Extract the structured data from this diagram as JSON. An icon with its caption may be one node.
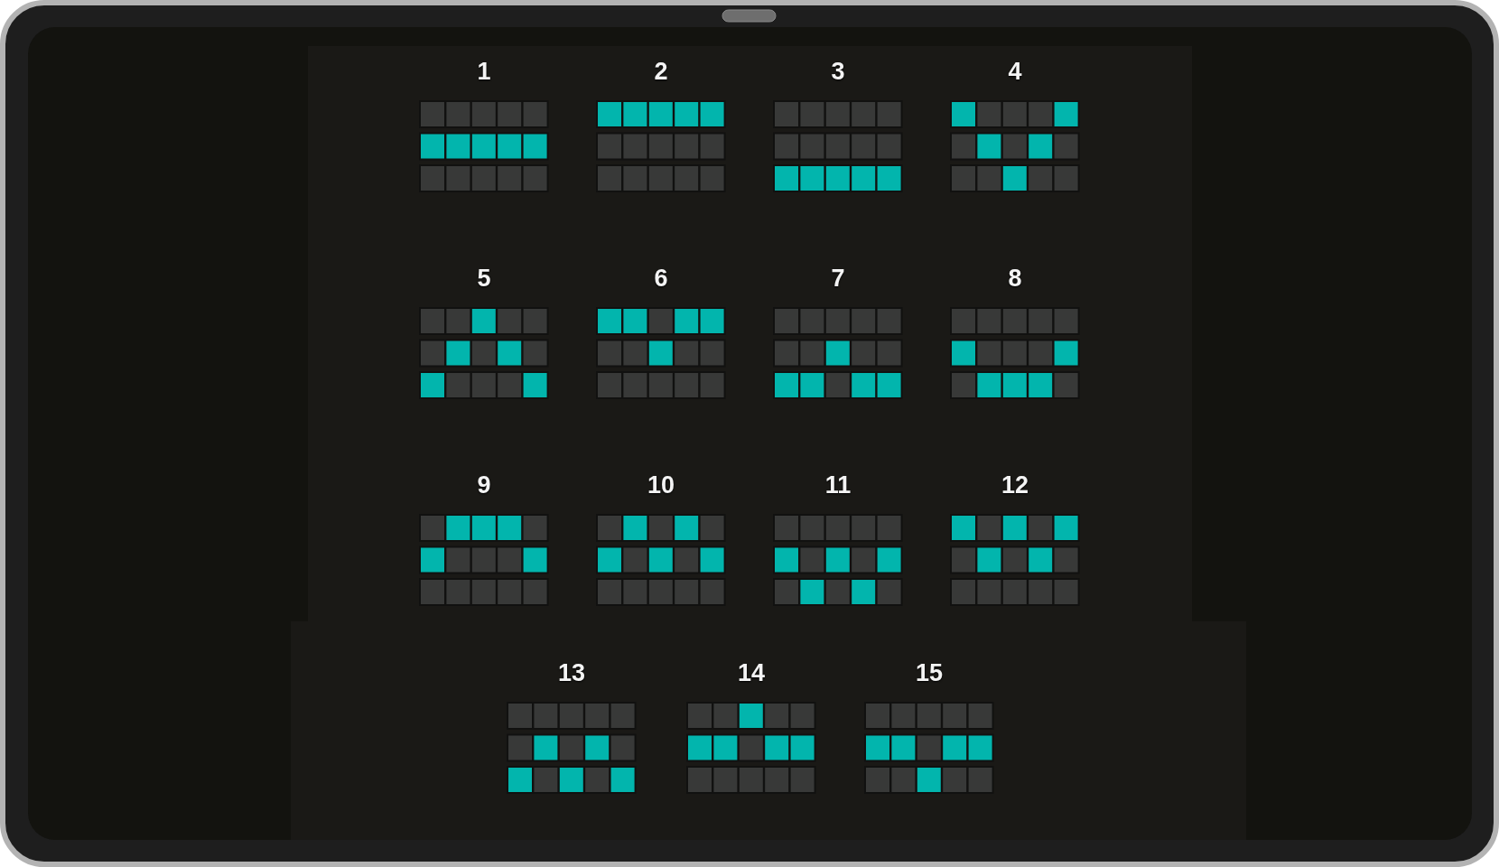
{
  "diagram": {
    "nodes": [
      {
        "text": [
          "1"
        ]
      },
      {
        "text": [
          "2"
        ]
      },
      {
        "text": [
          "3"
        ]
      },
      {
        "text": [
          "4"
        ]
      },
      {
        "text": [
          "5"
        ]
      },
      {
        "text": [
          "6"
        ]
      },
      {
        "text": [
          "7"
        ]
      },
      {
        "text": [
          "8"
        ]
      },
      {
        "text": [
          "9"
        ]
      },
      {
        "text": [
          "10"
        ]
      },
      {
        "text": [
          "11"
        ]
      },
      {
        "text": [
          "12"
        ]
      },
      {
        "text": [
          "13"
        ]
      },
      {
        "text": [
          "14"
        ]
      },
      {
        "text": [
          "15"
        ]
      }
    ]
  }
}
